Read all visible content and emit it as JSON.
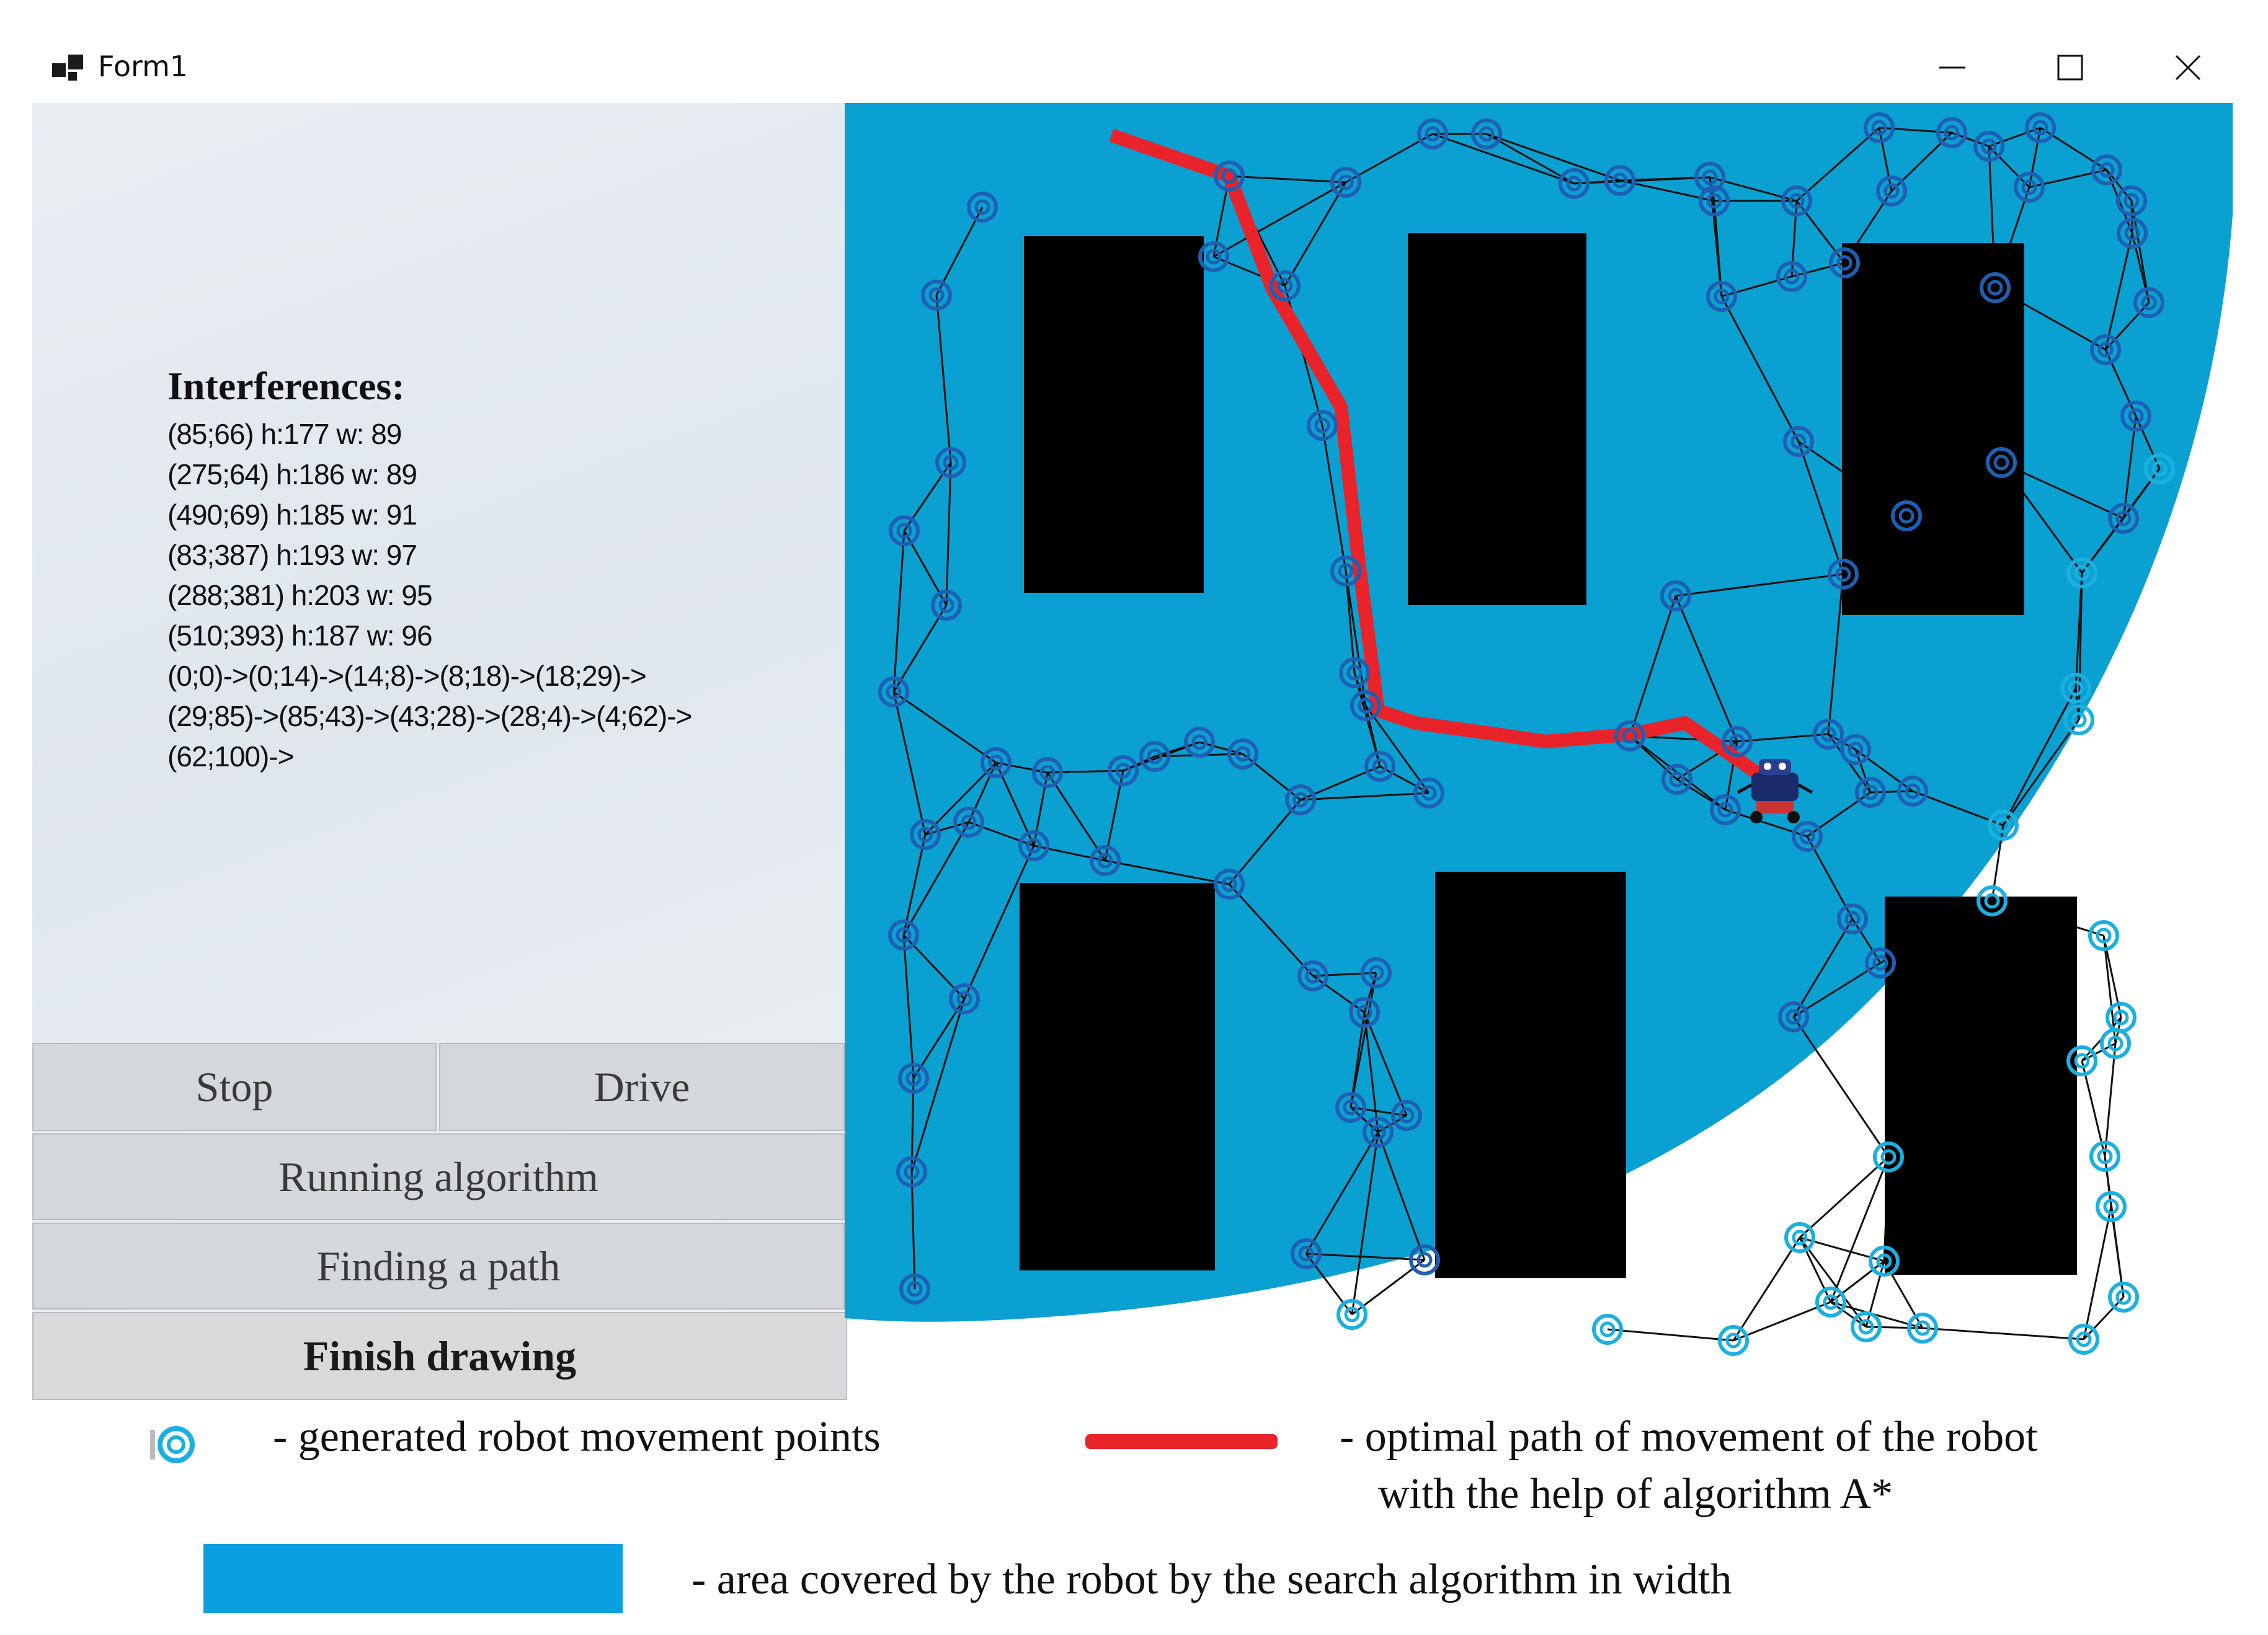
{
  "window": {
    "title": "Form1"
  },
  "info": {
    "heading": "Interferences:",
    "lines": [
      "(85;66) h:177 w: 89",
      "(275;64) h:186 w: 89",
      "(490;69) h:185 w: 91",
      "(83;387) h:193 w: 97",
      "(288;381) h:203 w: 95",
      "(510;393) h:187 w: 96",
      "(0;0)->(0;14)->(14;8)->(8;18)->(18;29)->",
      "(29;85)->(85;43)->(43;28)->(28;4)->(4;62)->",
      "(62;100)->"
    ]
  },
  "buttons": {
    "stop": "Stop",
    "drive": "Drive",
    "running": "Running algorithm",
    "finding": "Finding a path",
    "finish": "Finish drawing"
  },
  "legend": {
    "points": "- generated robot movement points",
    "path_line1": "- optimal path of movement of the robot",
    "path_line2": "with the help of algorithm A*",
    "area": "- area covered by the robot by the search algorithm in width"
  },
  "colors": {
    "area": "#0aa0d2",
    "path": "#e8232a",
    "node_dark": "#1e5fb4",
    "node_light": "#1ab0e0",
    "obstacle": "#000000"
  }
}
